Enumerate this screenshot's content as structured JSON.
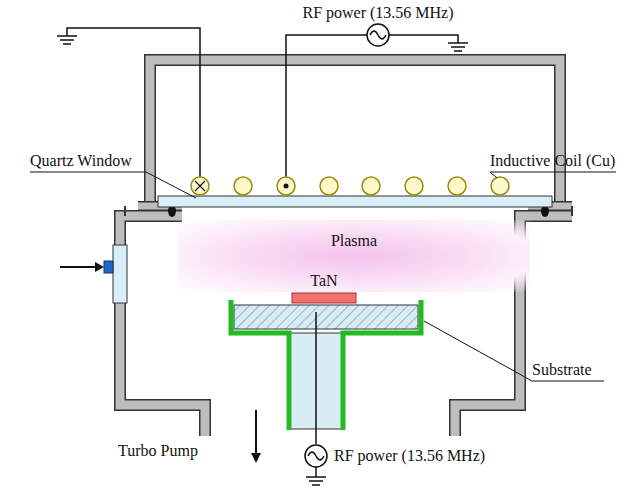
{
  "diagram": {
    "nodes": [
      {
        "text": [
          "Plasma"
        ]
      }
    ],
    "labels": [
      "RF power (13.56 MHz)",
      "Quartz Window",
      "Inductive Coil (Cu)",
      "TaN",
      "Substrate",
      "Turbo Pump",
      "RF power (13.56 MHz)"
    ]
  }
}
